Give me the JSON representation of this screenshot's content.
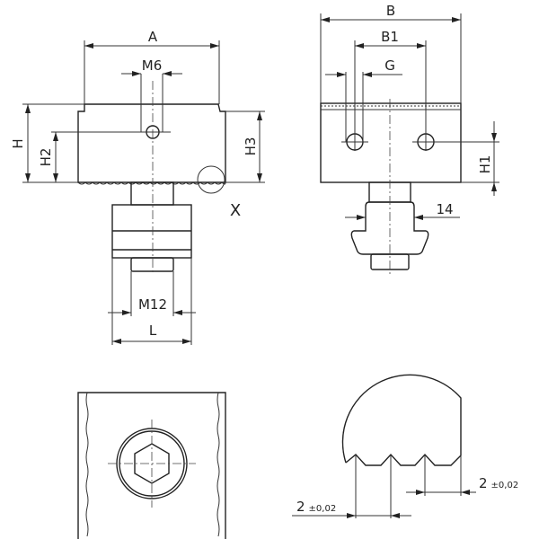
{
  "labels": {
    "A": "A",
    "M6": "M6",
    "H": "H",
    "H2": "H2",
    "H3": "H3",
    "X": "X",
    "M12": "M12",
    "L": "L",
    "B": "B",
    "B1": "B1",
    "G": "G",
    "H1": "H1",
    "14": "14",
    "tooth_pitch": "2",
    "tolerance": "±0,02"
  }
}
